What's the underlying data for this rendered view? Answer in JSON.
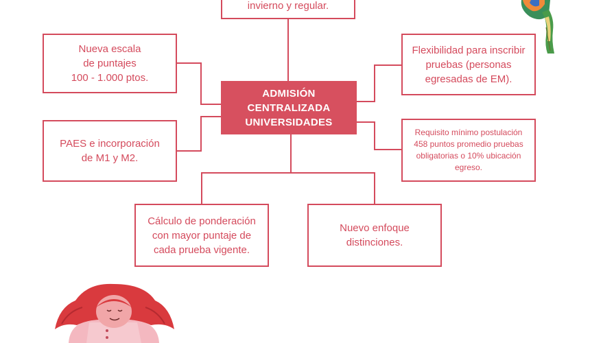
{
  "center": {
    "label": "ADMISIÓN\nCENTRALIZADA\nUNIVERSIDADES"
  },
  "boxes": {
    "top": "invierno y regular.",
    "left_top": "Nueva escala\nde puntajes\n100 - 1.000 ptos.",
    "left_mid": "PAES e incorporación\nde M1 y M2.",
    "right_top": "Flexibilidad para inscribir\npruebas (personas\negresadas de EM).",
    "right_mid": "Requisito mínimo postulación\n458 puntos promedio pruebas\nobligatorias o 10% ubicación\negreso.",
    "bottom_left": "Cálculo de ponderación\ncon mayor puntaje de\ncada prueba vigente.",
    "bottom_right": "Nuevo enfoque\ndistinciones."
  },
  "colors": {
    "accent": "#d44a5c",
    "center_fill": "#d7505f",
    "connector": "#d44a5c"
  },
  "illustrations": {
    "top_right": "parrot-illustration",
    "bottom_left": "girl-red-hair-illustration"
  }
}
